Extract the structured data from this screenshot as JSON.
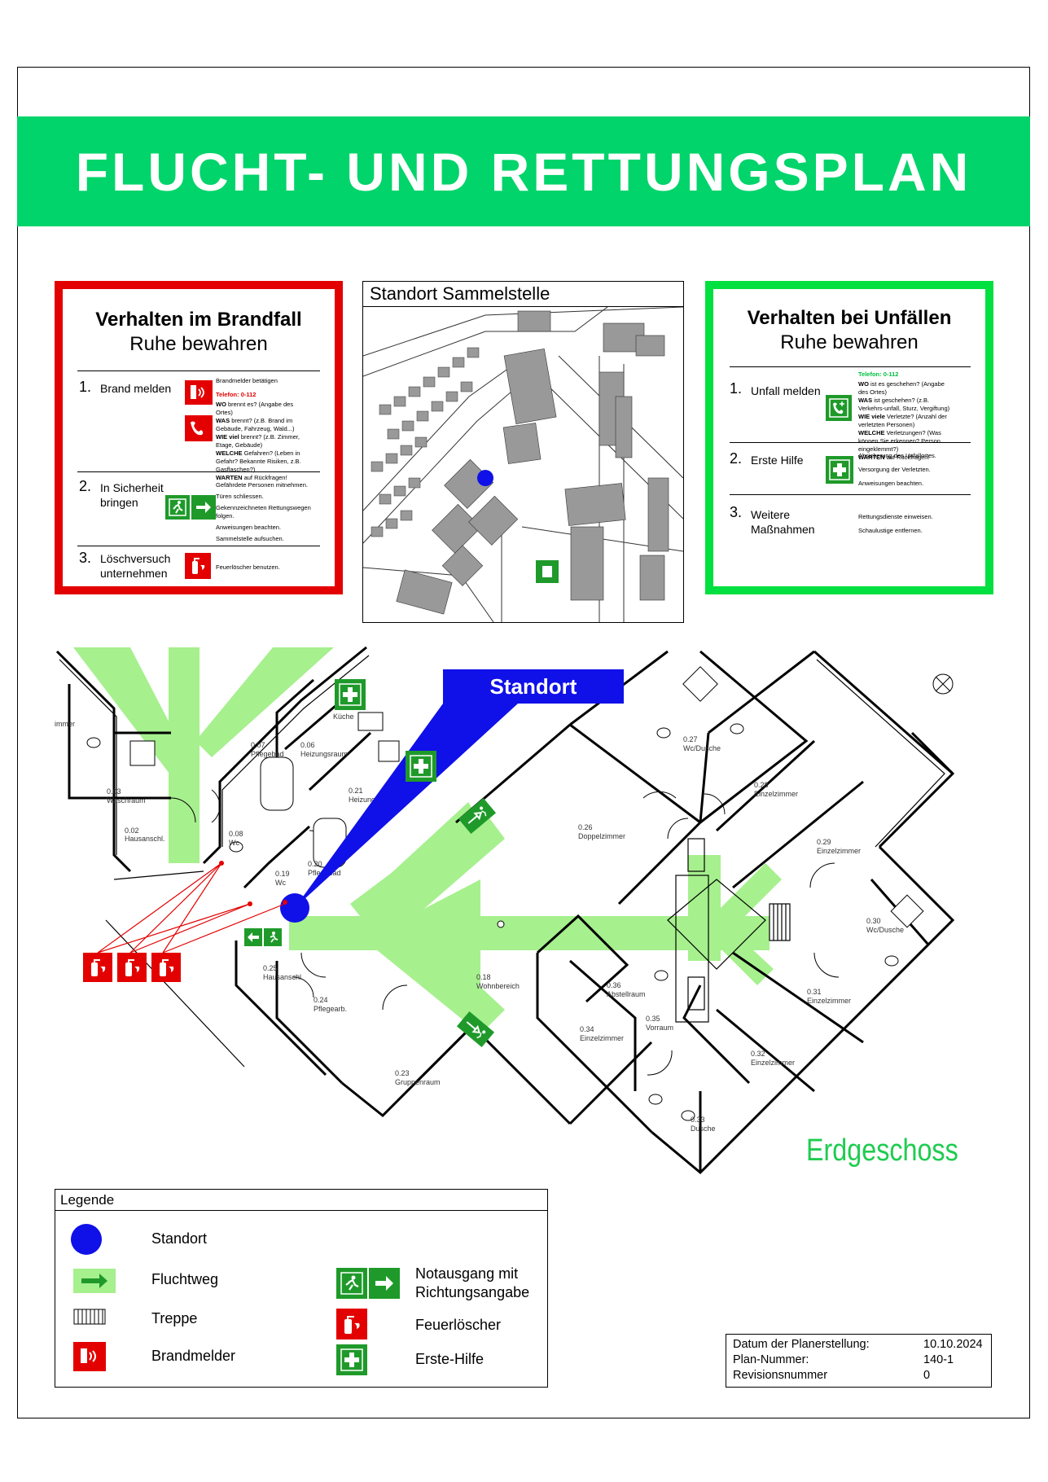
{
  "title": "FLUCHT- UND RETTUNGSPLAN",
  "brandfall": {
    "heading": "Verhalten im Brandfall",
    "subheading": "Ruhe bewahren",
    "steps": [
      {
        "num": "1.",
        "label": "Brand melden"
      },
      {
        "num": "2.",
        "label": "In Sicherheit bringen"
      },
      {
        "num": "3.",
        "label": "Löschversuch unternehmen"
      }
    ],
    "step1_text": {
      "l1": "Brandmelder betätigen",
      "phone": "Telefon:      0-112",
      "wo": "brennt es? (Angabe des Ortes)",
      "was": "brennt? (z.B. Brand im Gebäude, Fahrzeug, Wald...)",
      "wieviel": "brennt? (z.B. Zimmer, Etage, Gebäude)",
      "welche": "Gefahren? (Leben in Gefahr? Bekannte Risiken, z.B. Gasflaschen?)",
      "warten": "auf Rückfragen!"
    },
    "step2_text": [
      "Gefährdete Personen mitnehmen.",
      "Türen schliessen.",
      "Gekennzeichneten Rettungswegen folgen.",
      "Anweisungen beachten.",
      "Sammelstelle aufsuchen."
    ],
    "step3_text": "Feuerlöscher benutzen."
  },
  "unfall": {
    "heading": "Verhalten bei Unfällen",
    "subheading": "Ruhe bewahren",
    "steps": [
      {
        "num": "1.",
        "label": "Unfall melden"
      },
      {
        "num": "2.",
        "label": "Erste Hilfe"
      },
      {
        "num": "3.",
        "label": "Weitere Maßnahmen"
      }
    ],
    "step1_text": {
      "phone": "Telefon:    0-112",
      "wo": "ist es geschehen? (Angabe des Ortes)",
      "was": "ist geschehen? (z.B. Verkehrs-unfall, Sturz, Vergiftung)",
      "wieviele": "Verletzte? (Anzahl der verletzten Personen)",
      "welche": "Verletzungen? (Was können Sie erkennen? Person eingeklemmt?)",
      "warten": "auf Rückfragen!"
    },
    "step2_text": [
      "Absicherung des Unfallortes.",
      "Versorgung der Verletzten.",
      "Anweisungen beachten."
    ],
    "step3_text": [
      "Rettungsdienste einweisen.",
      "Schaulustige entfernen."
    ]
  },
  "map": {
    "caption": "Standort Sammelstelle"
  },
  "standort_label": "Standort",
  "floor_label": "Erdgeschoss",
  "rooms": [
    {
      "id": "0.03",
      "name": "Waschraum"
    },
    {
      "id": "0.02",
      "name": "Hausanschl."
    },
    {
      "id": "0.07",
      "name": "Pflegebad"
    },
    {
      "id": "0.06",
      "name": "Heizungsraum"
    },
    {
      "id": "0.21",
      "name": "Heizungsraum"
    },
    {
      "id": "0.08",
      "name": "Wc"
    },
    {
      "id": "0.19",
      "name": "Wc"
    },
    {
      "id": "0.20",
      "name": "Pflegebad"
    },
    {
      "id": "0.25",
      "name": "Hausanschl."
    },
    {
      "id": "0.24",
      "name": "Pflegearb."
    },
    {
      "id": "0.23",
      "name": "Gruppenraum"
    },
    {
      "id": "0.18",
      "name": "Wohnbereich"
    },
    {
      "id": "0.26",
      "name": "Doppelzimmer"
    },
    {
      "id": "0.27",
      "name": "Wc/Dusche"
    },
    {
      "id": "0.28",
      "name": "Einzelzimmer"
    },
    {
      "id": "0.29",
      "name": "Einzelzimmer"
    },
    {
      "id": "0.30",
      "name": "Wc/Dusche"
    },
    {
      "id": "0.31",
      "name": "Einzelzimmer"
    },
    {
      "id": "0.32",
      "name": "Einzelzimmer"
    },
    {
      "id": "0.33",
      "name": "Dusche"
    },
    {
      "id": "0.34",
      "name": "Einzelzimmer"
    },
    {
      "id": "0.35",
      "name": "Vorraum"
    },
    {
      "id": "0.36",
      "name": "Abstellraum"
    }
  ],
  "room_extra": {
    "kueche": "Küche",
    "zimmer": "immer"
  },
  "legend": {
    "heading": "Legende",
    "items": [
      "Standort",
      "Fluchtweg",
      "Treppe",
      "Brandmelder",
      "Notausgang mit Richtungsangabe",
      "Feuerlöscher",
      "Erste-Hilfe"
    ]
  },
  "info": {
    "rows": [
      {
        "label": "Datum der Planerstellung:",
        "value": "10.10.2024"
      },
      {
        "label": "Plan-Nummer:",
        "value": "140-1"
      },
      {
        "label": "Revisionsnummer",
        "value": "0"
      }
    ]
  },
  "colors": {
    "green_banner": "#00d46a",
    "red": "#e30000",
    "green_box": "#00e040",
    "escape": "#a6f08e",
    "standort": "#1010e8"
  }
}
